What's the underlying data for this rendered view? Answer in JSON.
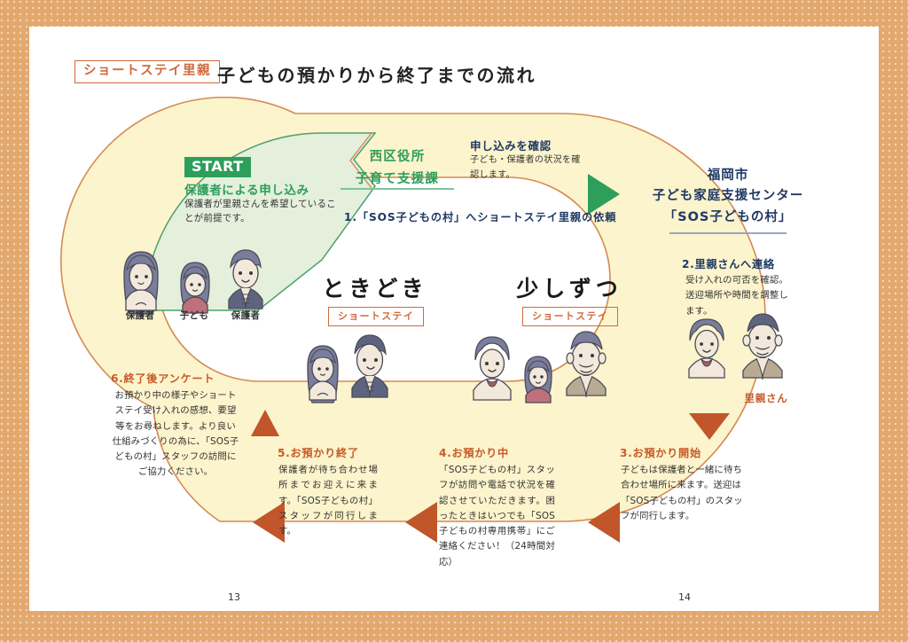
{
  "document": {
    "page_numbers": [
      "13",
      "14"
    ],
    "background_color": "#e3a86d",
    "paper_color": "#ffffff"
  },
  "header": {
    "tag": "ショートステイ里親",
    "title": "子どもの預かりから終了までの流れ",
    "tag_color": "#d06a3c",
    "title_color": "#222222"
  },
  "start_section": {
    "badge": "START",
    "badge_color": "#2e9e5b",
    "heading": "保護者による申し込み",
    "body": "保護者が里親さんを希望していることが前提です。",
    "fill_color": "#e4efdc",
    "stroke_color": "#4fa06b",
    "figures": [
      {
        "label": "保護者",
        "type": "mother"
      },
      {
        "label": "子ども",
        "type": "child"
      },
      {
        "label": "保護者",
        "type": "father"
      }
    ]
  },
  "ward_office": {
    "heading_line1": "西区役所",
    "heading_line2": "子育て支援課",
    "heading_color": "#2e9e5b",
    "confirm_heading": "申し込みを確認",
    "confirm_body": "子ども・保護者の状況を確認します。",
    "step_label": "1.「SOS子どもの村」へショートステイ里親の依頼",
    "arrow": "right-triangle-green"
  },
  "center": {
    "blocks": [
      {
        "heading": "ときどき",
        "tag": "ショートステイ",
        "figures": [
          {
            "type": "girl"
          },
          {
            "type": "man"
          }
        ]
      },
      {
        "heading": "少しずつ",
        "tag": "ショートステイ",
        "figures": [
          {
            "type": "woman"
          },
          {
            "type": "child"
          },
          {
            "type": "oldman"
          }
        ]
      }
    ]
  },
  "center_org": {
    "line1": "福岡市",
    "line2": "子ども家庭支援センター",
    "line3": "「SOS子どもの村」",
    "color": "#1f3864"
  },
  "steps": [
    {
      "id": "step2",
      "heading": "2.里親さんへ連絡",
      "heading_color": "#1f3864",
      "body": "受け入れの可否を確認。送迎場所や時間を調整します。"
    },
    {
      "id": "step3",
      "heading": "3.お預かり開始",
      "heading_color": "#c75b29",
      "body": "子どもは保護者と一緒に待ち合わせ場所に来ます。送迎は「SOS子どもの村」のスタッフが同行します。"
    },
    {
      "id": "step4",
      "heading": "4.お預かり中",
      "heading_color": "#c75b29",
      "body": "「SOS子どもの村」スタッフが訪問や電話で状況を確認させていただきます。困ったときはいつでも「SOS子どもの村専用携帯」にご連絡ください！（24時間対応）"
    },
    {
      "id": "step5",
      "heading": "5.お預かり終了",
      "heading_color": "#c75b29",
      "body": "保護者が待ち合わせ場所までお迎えに来ます。「SOS子どもの村」スタッフが同行します。"
    },
    {
      "id": "step6",
      "heading": "6.終了後アンケート",
      "heading_color": "#c75b29",
      "body": "お預かり中の様子やショートステイ受け入れの感想、要望等をお尋ねします。より良い仕組みづくりの為に、「SOS子どもの村」スタッフの訪問にご協力ください。"
    }
  ],
  "foster_parents": {
    "label": "里親さん",
    "label_color": "#c75b29"
  },
  "colors": {
    "green_fill": "#e4efdc",
    "green_stroke": "#4fa06b",
    "green_accent": "#2e9e5b",
    "yellow_fill": "#fbf4cc",
    "orange_stroke": "#d58a52",
    "orange_accent": "#c75b29",
    "arrow_orange": "#c0562a",
    "navy_text": "#1f3864"
  }
}
